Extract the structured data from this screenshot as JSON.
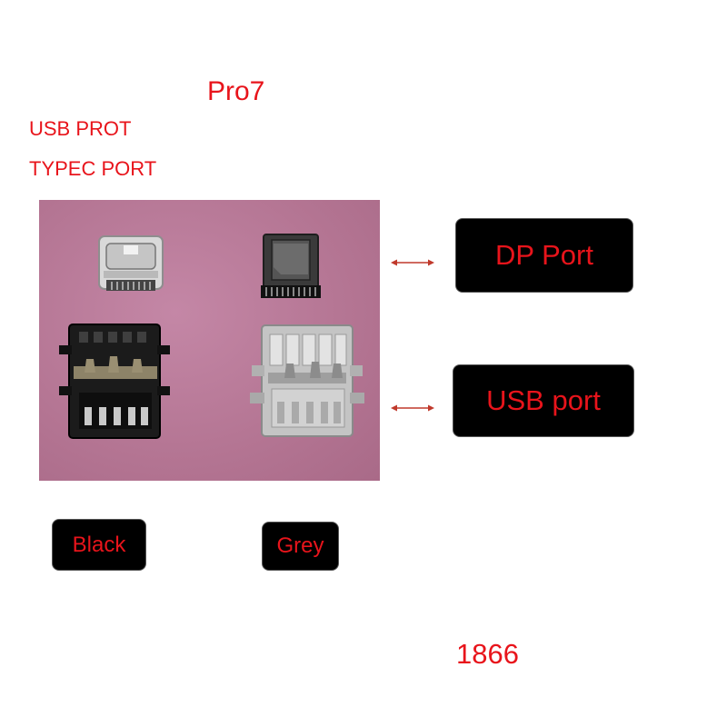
{
  "title": "Pro7",
  "labels": {
    "usb_prot": "USB PROT",
    "typec_port": "TYPEC PORT"
  },
  "tags": {
    "dp_port": "DP Port",
    "usb_port": "USB port",
    "black": "Black",
    "grey": "Grey"
  },
  "code": "1866",
  "colors": {
    "label_red": "#e8141b",
    "tag_background": "#000000",
    "photo_background": "#b47593"
  },
  "photo_items": [
    "typec-connector-icon",
    "dp-connector-icon",
    "usb-black-connector-icon",
    "usb-grey-connector-icon"
  ]
}
